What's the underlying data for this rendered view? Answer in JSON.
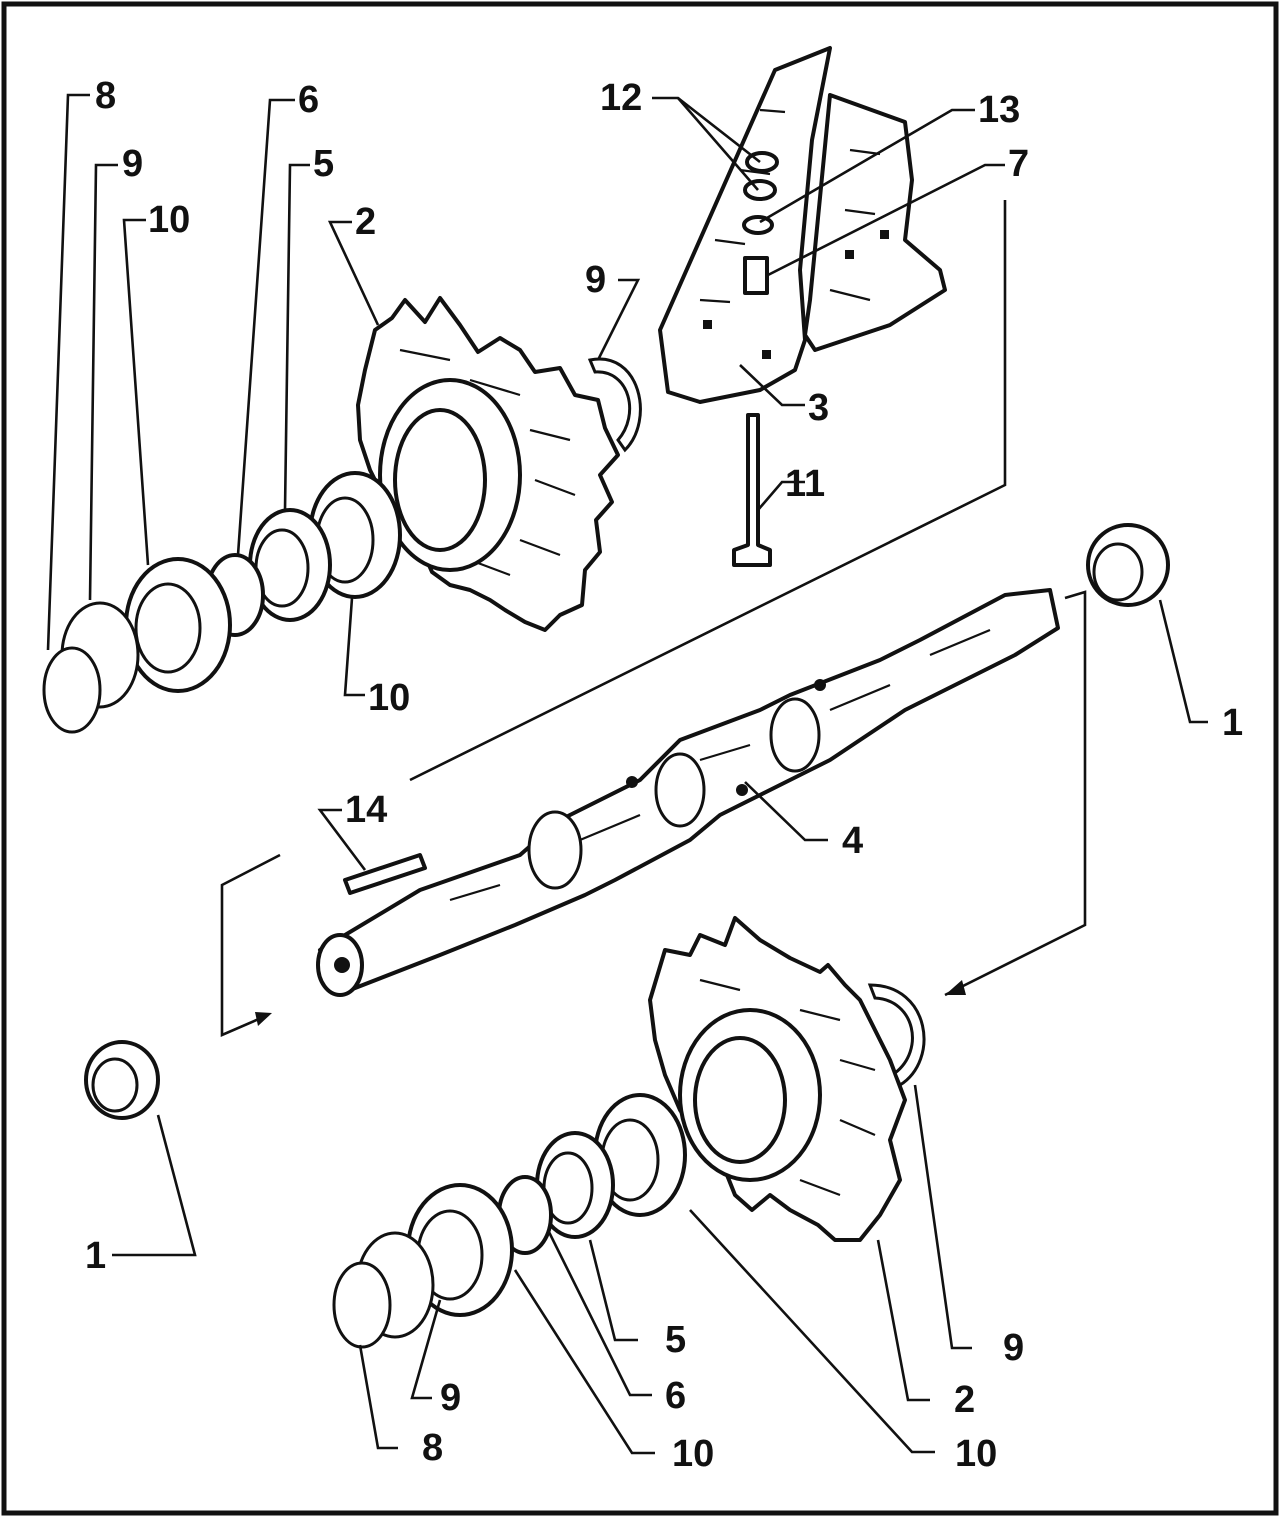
{
  "callouts": {
    "c8_top": "8",
    "c9_top": "9",
    "c10_top": "10",
    "c6_top": "6",
    "c5_top": "5",
    "c2_top": "2",
    "c9_mid": "9",
    "c12": "12",
    "c13": "13",
    "c7": "7",
    "c3": "3",
    "c11": "11",
    "c10_mid": "10",
    "c1_right": "1",
    "c14": "14",
    "c4": "4",
    "c1_left": "1",
    "c5_bot": "5",
    "c6_bot": "6",
    "c9_bot_left": "9",
    "c8_bot": "8",
    "c10_bot_left": "10",
    "c9_bot_right": "9",
    "c2_bot": "2",
    "c10_bot_right": "10"
  },
  "colors": {
    "ink": "#111111",
    "paper": "#ffffff"
  }
}
